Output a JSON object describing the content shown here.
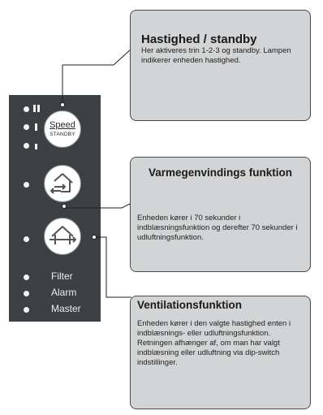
{
  "control_panel": {
    "speed_button": {
      "top_label": "Speed",
      "bottom_label": "STANDBY"
    },
    "indicators": [
      {
        "label": "Filter"
      },
      {
        "label": "Alarm"
      },
      {
        "label": "Master"
      }
    ]
  },
  "callouts": {
    "speed": {
      "title": "Hastighed / standby",
      "body": "Her aktiveres trin 1-2-3 og standby. Lampen indikerer enheden hastighed."
    },
    "heat_recovery": {
      "title": "Varmegenvindings funktion",
      "body": "Enheden kører i 70 sekunder i indblæsningsfunktion og derefter 70 sekunder i udluftningsfunktion."
    },
    "ventilation": {
      "title": "Ventilationsfunktion",
      "body": "Enheden kører i den valgte hastighed enten i indblæsnings- eller udluftningsfunktion. Retningen afhænger af, om man har valgt indblæsning eller udluftning via dip-switch indstillinger."
    }
  },
  "colors": {
    "panel": "#3d4043",
    "callout_bg": "#d3d4d5",
    "line": "#222222"
  }
}
